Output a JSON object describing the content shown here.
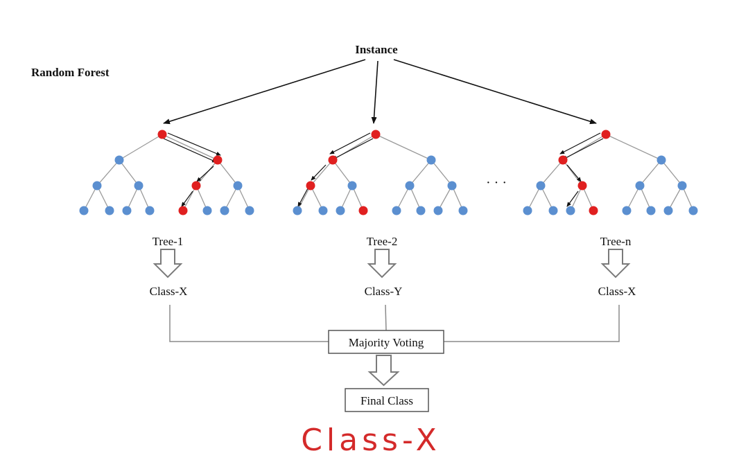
{
  "title": "Random Forest",
  "instance_label": "Instance",
  "ellipsis": "· · ·",
  "trees": [
    {
      "label": "Tree-1",
      "prediction": "Class-X"
    },
    {
      "label": "Tree-2",
      "prediction": "Class-Y"
    },
    {
      "label": "Tree-n",
      "prediction": "Class-X"
    }
  ],
  "voting_label": "Majority Voting",
  "final_label": "Final Class",
  "handwritten_result": "Class-X",
  "colors": {
    "node_blue": "#5b8fd0",
    "node_red": "#e02020",
    "ink": "#111111",
    "edge_gray": "#8a8a8a",
    "handwriting": "#d42a2a"
  }
}
